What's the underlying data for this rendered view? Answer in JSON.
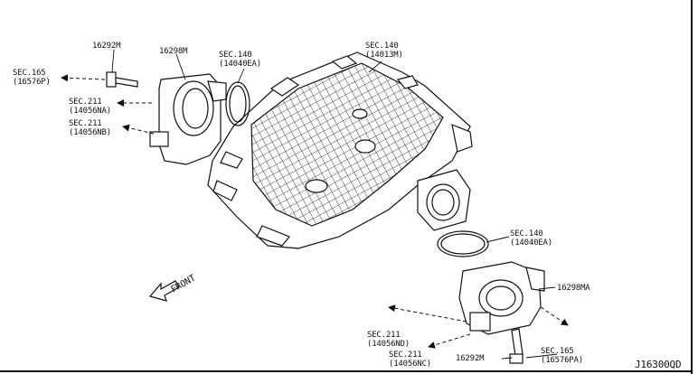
{
  "diagram_id": "J16300QD",
  "front_label": "FRONT",
  "labels": {
    "bolt_top": "16292M",
    "throttle_top": "16298M",
    "gasket_top": [
      "SEC.140",
      "(14040EA)"
    ],
    "manifold": [
      "SEC.140",
      "(14013M)"
    ],
    "sec165_top": [
      "SEC.165",
      "(16576P)"
    ],
    "sec211_na": [
      "SEC.211",
      "(14056NA)"
    ],
    "sec211_nb": [
      "SEC.211",
      "(14056NB)"
    ],
    "gasket_bottom": [
      "SEC.140",
      "(14040EA)"
    ],
    "throttle_bottom": "16298MA",
    "sec211_nd": [
      "SEC.211",
      "(14056ND)"
    ],
    "sec211_nc": [
      "SEC.211",
      "(14056NC)"
    ],
    "bolt_bottom": "16292M",
    "sec165_bottom": [
      "SEC.165",
      "(16576PA)"
    ]
  },
  "colors": {
    "line": "#111111",
    "background": "#ffffff"
  }
}
